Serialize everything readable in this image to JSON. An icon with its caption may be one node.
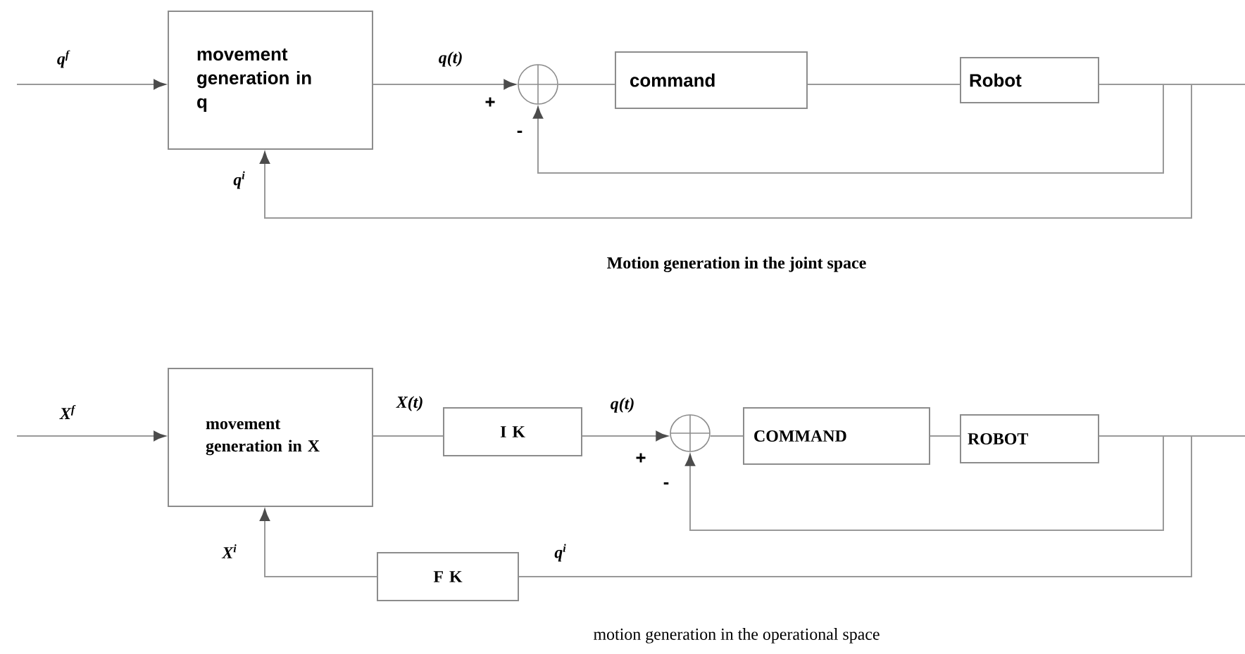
{
  "diagram": {
    "nodes": [
      {
        "text": [
          "movement generation in q"
        ]
      },
      {
        "text": [],
        "shape": "circle"
      },
      {
        "text": [
          "command"
        ]
      },
      {
        "text": [
          "Robot"
        ]
      },
      {
        "text": [
          "movement generation in X"
        ]
      },
      {
        "text": [
          "I K"
        ]
      },
      {
        "text": [],
        "shape": "circle"
      },
      {
        "text": [
          "COMMAND"
        ]
      },
      {
        "text": [
          "ROBOT"
        ]
      },
      {
        "text": [
          "F K"
        ]
      }
    ],
    "edges": [
      {
        "from": null,
        "to": 0,
        "arrow": "to",
        "label": "q$^{f}$"
      },
      {
        "from": 0,
        "to": 1,
        "arrow": "to",
        "label": "q(t)"
      },
      {
        "from": 1,
        "to": 2,
        "arrow": "none"
      },
      {
        "from": 2,
        "to": 3,
        "arrow": "none"
      },
      {
        "from": 3,
        "to": null,
        "arrow": "none"
      },
      {
        "from": 3,
        "to": 1,
        "arrow": "to"
      },
      {
        "from": 3,
        "to": 0,
        "arrow": "to",
        "label": "q$^{i}$"
      },
      {
        "from": null,
        "to": 4,
        "arrow": "to",
        "label": "X$^{f}$"
      },
      {
        "from": 4,
        "to": 5,
        "arrow": "none",
        "label": "X(t)"
      },
      {
        "from": 5,
        "to": 6,
        "arrow": "to",
        "label": "q(t)"
      },
      {
        "from": 6,
        "to": 7,
        "arrow": "none"
      },
      {
        "from": 7,
        "to": 8,
        "arrow": "none"
      },
      {
        "from": 8,
        "to": null,
        "arrow": "none"
      },
      {
        "from": 8,
        "to": 6,
        "arrow": "to"
      },
      {
        "from": 8,
        "to": 9,
        "arrow": "none",
        "label": "q$^{i}$"
      },
      {
        "from": 9,
        "to": 4,
        "arrow": "to",
        "label": "X$^{i}$"
      }
    ],
    "labels": [
      "+",
      "-",
      "Motion generation in the joint space",
      "+",
      "-",
      "motion generation in the operational space"
    ]
  }
}
